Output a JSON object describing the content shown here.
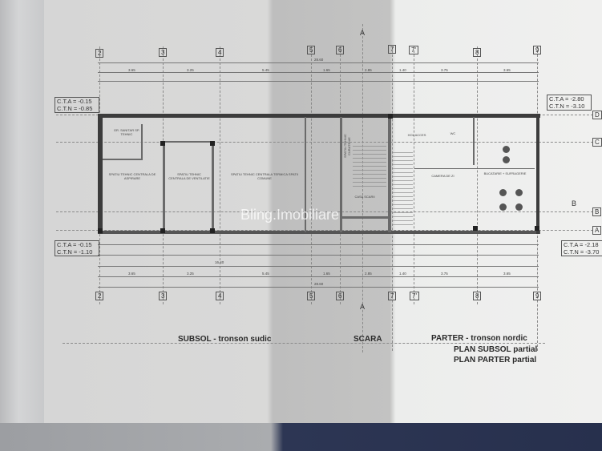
{
  "watermark": "Bling.Imobiliare",
  "grid_axes_x": [
    "2",
    "3",
    "4",
    "5",
    "6",
    "7",
    "7'",
    "8",
    "9"
  ],
  "grid_axes_y": [
    "D",
    "C",
    "B",
    "A"
  ],
  "section_marks": [
    "A",
    "A",
    "B"
  ],
  "levels": {
    "top_left": {
      "cta": "C.T.A = -0.15",
      "ctn": "C.T.N = -0.85"
    },
    "bottom_left": {
      "cta": "C.T.A = -0.15",
      "ctn": "C.T.N = -1.10"
    },
    "top_right": {
      "cta": "C.T.A = -2.80",
      "ctn": "C.T.N = -3.10"
    },
    "bottom_right": {
      "cta": "C.T.A = -2.18",
      "ctn": "C.T.N = -3.70"
    }
  },
  "rooms": {
    "aspirare": "SPATIU TEHNIC CENTRALA DE ASPIRARE",
    "ventilatie": "SPATIU TEHNIC CENTRALA DE VENTILATIE",
    "termica": "SPATIU TEHNIC CENTRALA TERMICA SPATII COMUNE",
    "grup_sanitar": "GR. SANITAR SP. TEHNIC",
    "curatenie": "SPATIU TEHNIC CURATENIE",
    "casa_scarii": "CASA SCARII",
    "hol": "HOL ACCES",
    "wc": "WC",
    "camera_zi": "CAMERA DE ZI",
    "bucatarie": "BUCATARIE + SUFRAGERIE"
  },
  "dimensions": {
    "total_top": "28.60",
    "total_bottom": "28.60",
    "partial_bottom": "16.40",
    "top_row": [
      "3.65",
      "3.25",
      "5.45",
      "1.65",
      "2.85",
      "1.40",
      "3.75",
      "3.65"
    ],
    "bottom_row": [
      "3.65",
      "3.25",
      "5.45",
      "1.65",
      "2.85",
      "1.40",
      "3.75",
      "3.65"
    ]
  },
  "labels": {
    "subsol": "SUBSOL -  tronson sudic",
    "scara": "SCARA",
    "parter": "PARTER - tronson nordic",
    "plan_subsol": "PLAN SUBSOL partial",
    "plan_parter": "PLAN PARTER partial"
  }
}
